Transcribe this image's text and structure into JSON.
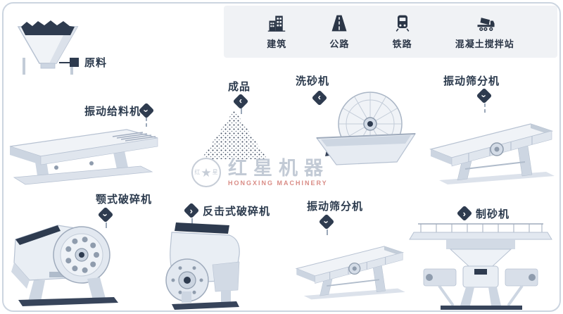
{
  "frame": {
    "background": "#ffffff",
    "border_color": "#ccd5e0"
  },
  "applications_panel": {
    "background": "#f0f2f5",
    "items": [
      {
        "label": "建筑",
        "icon": "building-icon"
      },
      {
        "label": "公路",
        "icon": "highway-icon"
      },
      {
        "label": "铁路",
        "icon": "train-icon"
      },
      {
        "label": "混凝土搅拌站",
        "icon": "mixer-truck-icon"
      }
    ]
  },
  "flow_labels": {
    "raw_material": "原料",
    "vibrating_feeder": "振动给料机",
    "jaw_crusher": "颚式破碎机",
    "impact_crusher": "反击式破碎机",
    "vibrating_screen_bottom": "振动筛分机",
    "sand_maker": "制砂机",
    "finished_product": "成品",
    "sand_washer": "洗砂机",
    "vibrating_screen_right": "振动筛分机"
  },
  "watermark": {
    "badge_left": "红",
    "badge_right": "星",
    "brand": "红星机器",
    "subtitle": "HONGXING MACHINERY",
    "brand_color": "#c2cad5",
    "subtitle_color": "#d98c86"
  },
  "colors": {
    "label_text": "#2b3a4d",
    "marker": "#2e3b4f",
    "machine_light": "#f0f3f7",
    "machine_mid": "#e0e6ee",
    "machine_dark": "#2e3b4f",
    "panel_icon": "#2b3647"
  }
}
